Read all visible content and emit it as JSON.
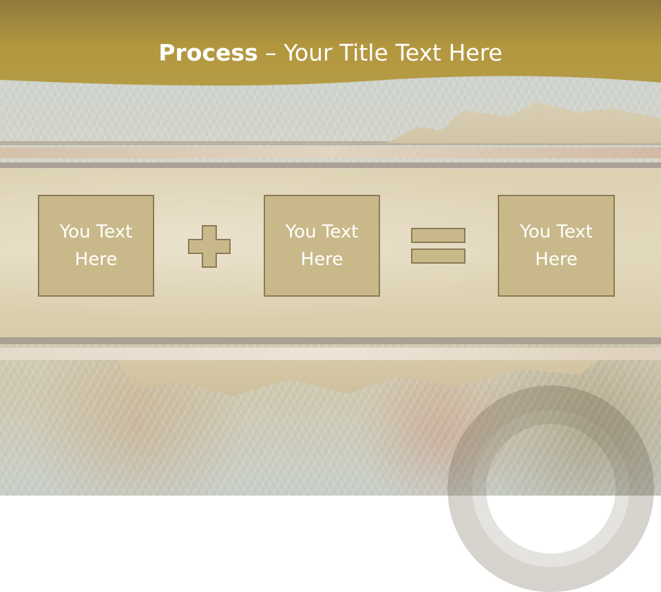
{
  "slide": {
    "title_bold": "Process",
    "title_rest": " – Your Title Text Here"
  },
  "boxes": [
    {
      "label": "You Text\nHere"
    },
    {
      "label": "You Text\nHere"
    },
    {
      "label": "You Text\nHere"
    }
  ],
  "operators": {
    "plus_icon": "plus-icon",
    "equals_icon": "equals-icon"
  },
  "colors": {
    "header_gold": "#b3973f",
    "box_fill": "#c9b98a",
    "box_border": "#8a7a55",
    "text_white": "#ffffff"
  }
}
